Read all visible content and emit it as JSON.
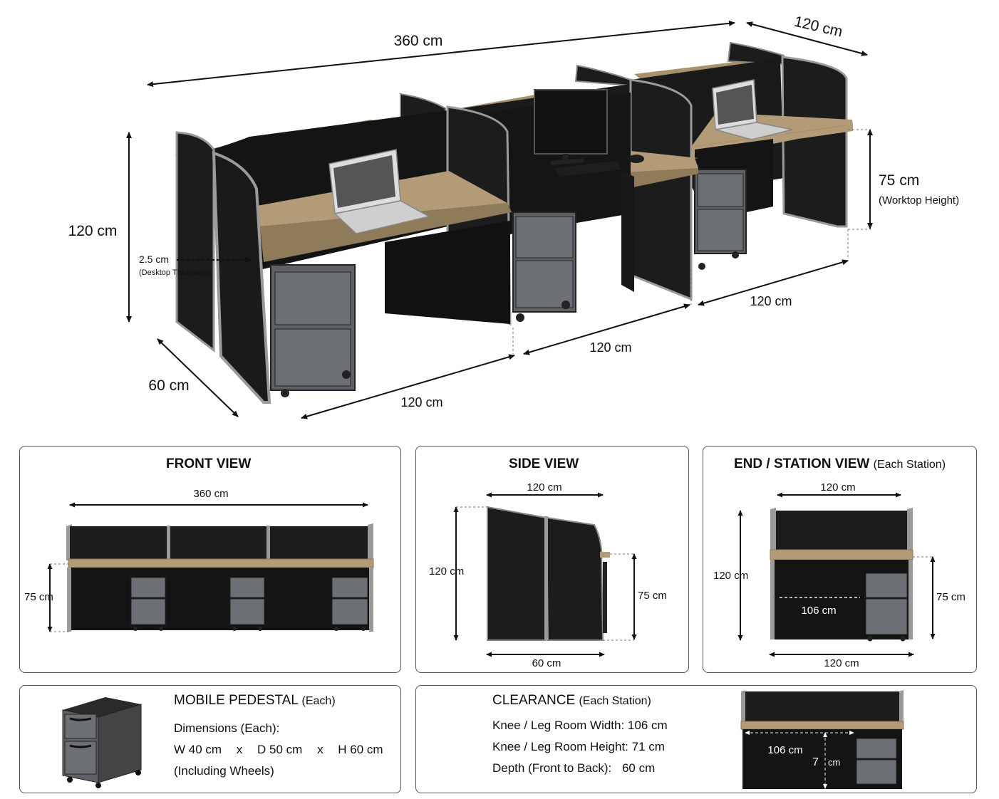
{
  "main": {
    "overall_width": "360 cm",
    "overall_depth_top": "120 cm",
    "height": "120 cm",
    "worktop_height": "75 cm",
    "worktop_height_note": "(Worktop Height)",
    "desktop_thickness": "2.5 cm",
    "desktop_thickness_note": "(Desktop Thickness)",
    "depth": "60 cm",
    "station_width_1": "120 cm",
    "station_width_2": "120 cm",
    "station_width_3": "120 cm"
  },
  "front_view": {
    "title": "FRONT VIEW",
    "width": "360 cm",
    "height": "75 cm"
  },
  "side_view": {
    "title": "SIDE VIEW",
    "top_width": "120 cm",
    "height": "120 cm",
    "worktop_height": "75 cm",
    "depth": "60 cm"
  },
  "end_view": {
    "title": "END / STATION VIEW",
    "title_note": "(Each Station)",
    "top_width": "120 cm",
    "height": "120 cm",
    "knee_width": "106 cm",
    "worktop_height": "75 cm",
    "bottom_width": "120 cm"
  },
  "pedestal": {
    "title": "MOBILE PEDESTAL",
    "title_note": "(Each)",
    "dims_label": "Dimensions (Each):",
    "w": "W 40 cm",
    "x1": "x",
    "d": "D 50 cm",
    "x2": "x",
    "h": "H 60 cm",
    "note": "(Including Wheels)"
  },
  "clearance": {
    "title": "CLEARANCE",
    "title_note": "(Each Station)",
    "line1": "Knee / Leg Room Width: 106 cm",
    "line2": "Knee / Leg Room Height: 71 cm",
    "line3_label": "Depth (Front to Back):",
    "line3_value": "60 cm",
    "diagram_width": "106 cm",
    "diagram_height_a": "7",
    "diagram_height_b": "cm"
  },
  "colors": {
    "panel": "#1c1c1c",
    "panel_edge": "#9a9a9a",
    "wood": "#b39b78",
    "wood_dark": "#8f7a5a",
    "drawer": "#5e6266"
  }
}
